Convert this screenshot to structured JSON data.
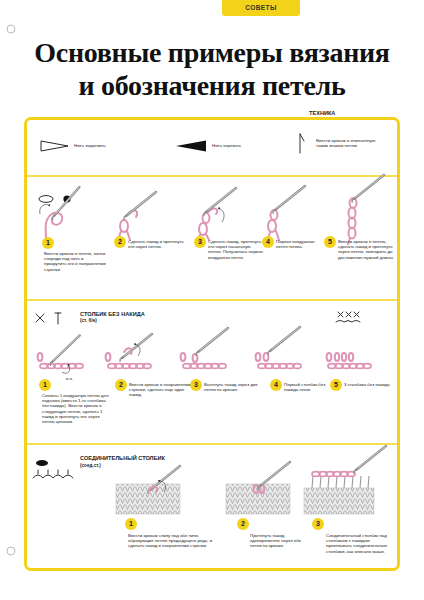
{
  "diagram": {
    "title": "Основные примеры вязания и обозначения петель",
    "nodes": [
      {
        "text": [
          "СОВЕТЫ"
        ]
      },
      {
        "text": [
          "ТЕХНИКА"
        ]
      },
      {
        "text": [
          "1"
        ],
        "in": 1
      },
      {
        "text": [
          "2"
        ],
        "in": 1
      },
      {
        "text": [
          "3"
        ],
        "in": 1
      },
      {
        "text": [
          "4"
        ],
        "in": 1
      },
      {
        "text": [
          "5"
        ],
        "in": 1
      },
      {
        "text": [
          "1"
        ],
        "in": 1
      },
      {
        "text": [
          "2"
        ],
        "in": 1
      },
      {
        "text": [
          "3"
        ],
        "in": 1
      },
      {
        "text": [
          "4"
        ],
        "in": 1
      },
      {
        "text": [
          "5"
        ],
        "in": 1
      },
      {
        "text": [
          "1"
        ],
        "in": 1
      },
      {
        "text": [
          "2"
        ],
        "in": 1
      },
      {
        "text": [
          "3"
        ],
        "in": 1
      }
    ],
    "labels": [
      "Нить закрепить",
      "Нить отрезать",
      "Ввести крючок в отмеченную таким знаком петлю",
      "Ввести крючок в петлю, затем спереди под нить и прокрутить его в направлении стрелки.",
      "Сделать накид и протянуть его через петлю.",
      "Сделать накид, протянуть его через начальную петлю. Получилась первая воздушная петля.",
      "Первая воздушная петля готова.",
      "Ввести крючок в петлю, сделать накид и протянуть через петлю, повторить до достижения нужной длины.",
      "СТОЛБИК БЕЗ НАКИДА",
      "(ст. б/н)",
      "в.п.",
      "Связать 1 воздушную петлю для подъема (вместо 1-го столбика без накида). Ввести крючок в следующую петлю, сделать 1 накид и протянуть его через петлю цепочки.",
      "Ввести крючок в направлении стрелки, сделать еще один накид.",
      "Вытянуть накид через две петли на крючке.",
      "Первый столбик без накида готов.",
      "3 столбика без накида",
      "СОЕДИНИТЕЛЬНЫЙ СТОЛБИК",
      "(соед.ст.)",
      "Ввести крючок снизу под обе нити, образующие петлю предыдущего ряда, и сделать накид в направлении стрелки.",
      "Протянуть накид одновременно через обе петли на крючке.",
      "Соединительный столбик над столбиком с накидом: провязывать соединительные столбики, как описано выше."
    ]
  }
}
